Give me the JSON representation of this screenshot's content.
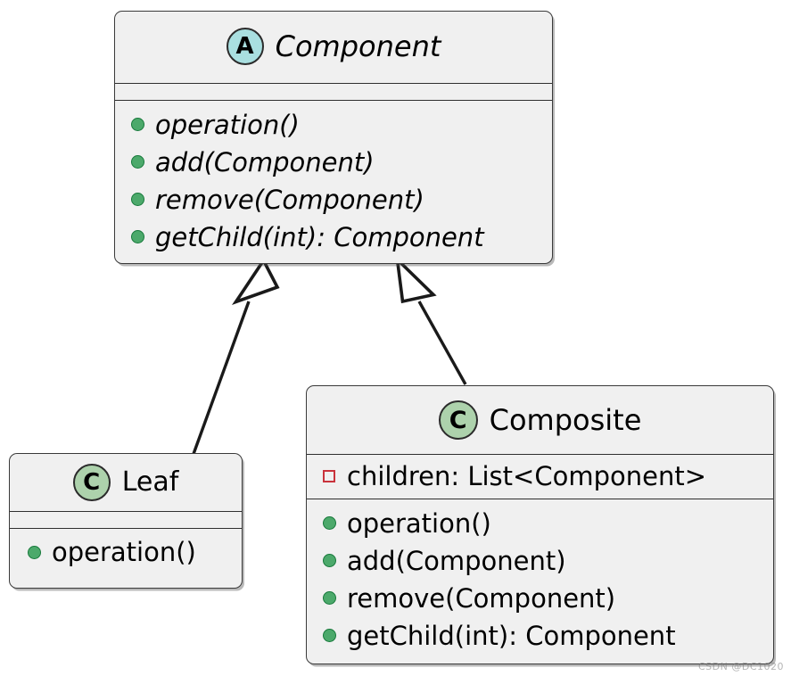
{
  "diagram": {
    "kind": "uml-class-diagram",
    "pattern_name": "Composite",
    "background_color": "#ffffff",
    "box_fill": "#f0f0f0",
    "box_border": "#3a3a3a",
    "abstract_badge_color": "#a9dfe0",
    "class_badge_color": "#add2ac",
    "public_marker_color": "#4ca96b",
    "private_marker_color": "#c9333c",
    "edge_color": "#1a1a1a"
  },
  "classes": {
    "component": {
      "badge": "A",
      "badge_kind": "abstract-class-badge",
      "name": "Component",
      "is_abstract": true,
      "attributes": [],
      "operations": [
        {
          "marker": "public-method",
          "label": "operation()",
          "is_abstract": true
        },
        {
          "marker": "public-method",
          "label": "add(Component)",
          "is_abstract": true
        },
        {
          "marker": "public-method",
          "label": "remove(Component)",
          "is_abstract": true
        },
        {
          "marker": "public-method",
          "label": "getChild(int): Component",
          "is_abstract": true
        }
      ]
    },
    "leaf": {
      "badge": "C",
      "badge_kind": "class-badge",
      "name": "Leaf",
      "is_abstract": false,
      "attributes": [],
      "operations": [
        {
          "marker": "public-method",
          "label": "operation()",
          "is_abstract": false
        }
      ]
    },
    "composite": {
      "badge": "C",
      "badge_kind": "class-badge",
      "name": "Composite",
      "is_abstract": false,
      "attributes": [
        {
          "marker": "private-field",
          "label": "children: List<Component>"
        }
      ],
      "operations": [
        {
          "marker": "public-method",
          "label": "operation()",
          "is_abstract": false
        },
        {
          "marker": "public-method",
          "label": "add(Component)",
          "is_abstract": false
        },
        {
          "marker": "public-method",
          "label": "remove(Component)",
          "is_abstract": false
        },
        {
          "marker": "public-method",
          "label": "getChild(int): Component",
          "is_abstract": false
        }
      ]
    }
  },
  "relationships": [
    {
      "type": "generalization",
      "from": "Leaf",
      "to": "Component",
      "arrowhead": "hollow-triangle"
    },
    {
      "type": "generalization",
      "from": "Composite",
      "to": "Component",
      "arrowhead": "hollow-triangle"
    }
  ],
  "watermark": {
    "text": "CSDN @DC1020"
  }
}
